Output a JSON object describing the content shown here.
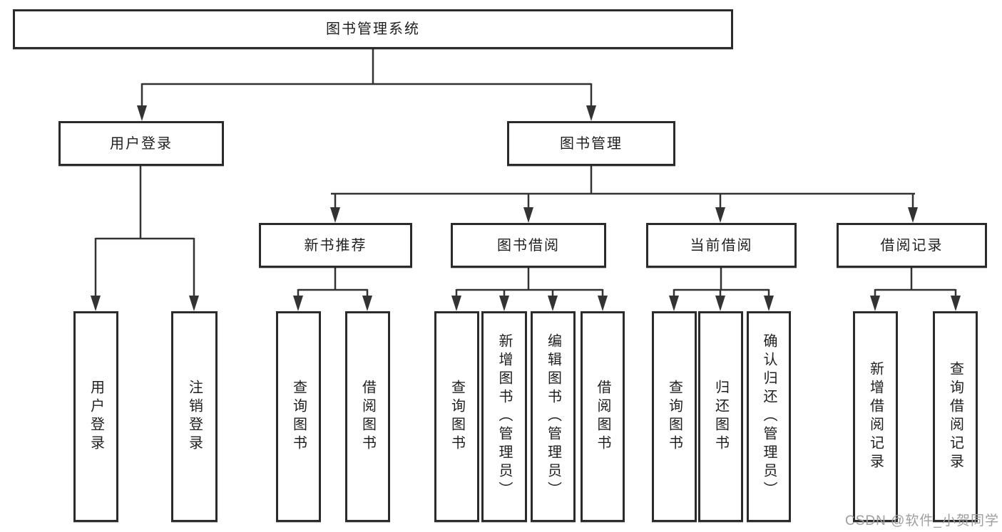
{
  "diagram": {
    "root": {
      "label": "图书管理系统"
    },
    "branches": [
      {
        "label": "用户登录",
        "children": [
          {
            "label": "用户登录"
          },
          {
            "label": "注销登录"
          }
        ]
      },
      {
        "label": "图书管理",
        "children": [
          {
            "label": "新书推荐",
            "children": [
              {
                "label": "查询图书"
              },
              {
                "label": "借阅图书"
              }
            ]
          },
          {
            "label": "图书借阅",
            "children": [
              {
                "label": "查询图书"
              },
              {
                "label": "新增图书（管理员）"
              },
              {
                "label": "编辑图书（管理员）"
              },
              {
                "label": "借阅图书"
              }
            ]
          },
          {
            "label": "当前借阅",
            "children": [
              {
                "label": "查询图书"
              },
              {
                "label": "归还图书"
              },
              {
                "label": "确认归还（管理员）"
              }
            ]
          },
          {
            "label": "借阅记录",
            "children": [
              {
                "label": "新增借阅记录"
              },
              {
                "label": "查询借阅记录"
              }
            ]
          }
        ]
      }
    ]
  },
  "watermark": {
    "text": "CSDN @软件_小贺同学"
  },
  "colors": {
    "background": "#ffffff",
    "line": "#333333",
    "box_border": "#2b2b2b",
    "text": "#1f1f1f",
    "watermark": "#9e9e9e"
  }
}
